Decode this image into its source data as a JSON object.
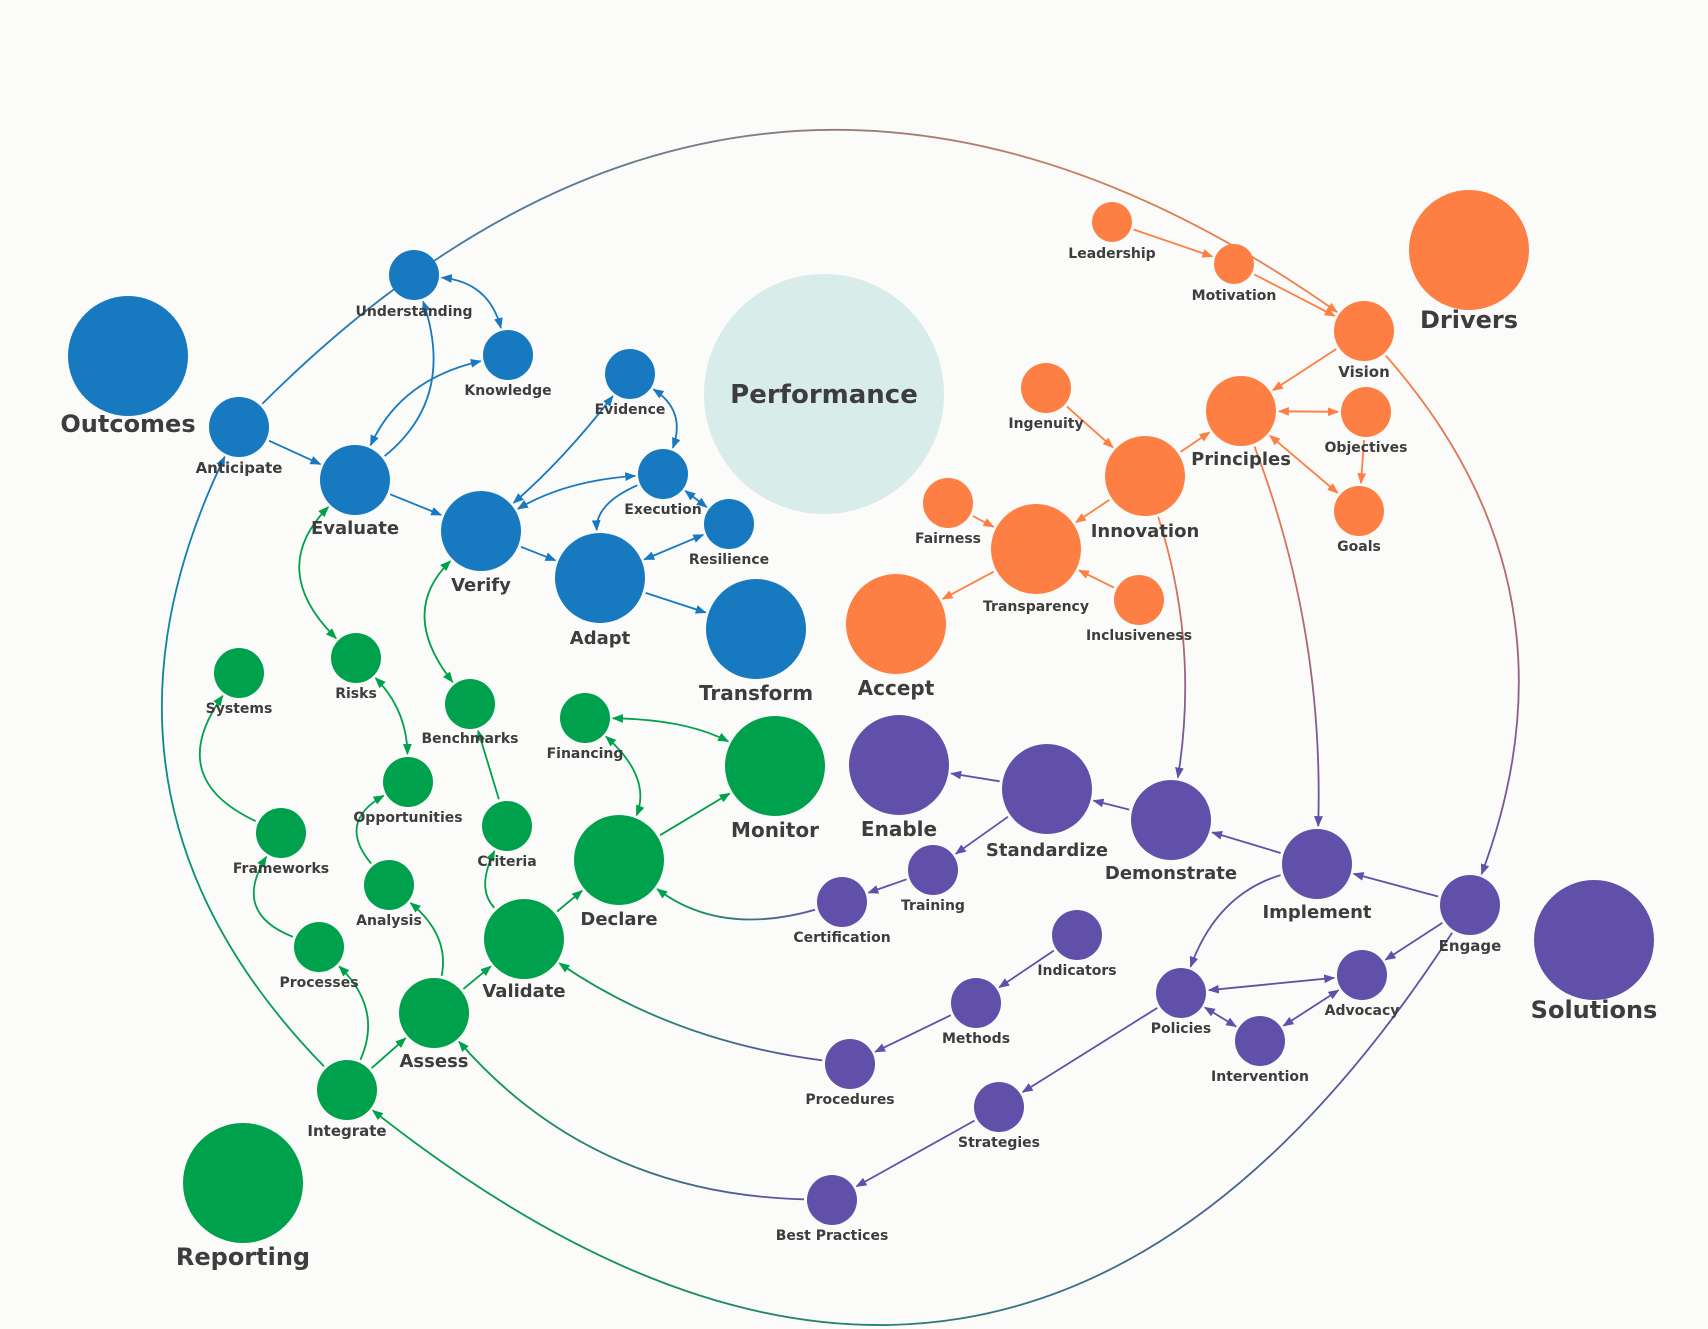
{
  "title": "Performance",
  "colors": {
    "blue": "#1779bf",
    "orange": "#fd7f44",
    "green": "#00a14c",
    "purple": "#6150a9",
    "center": "#d8ece9",
    "text": "#3d3d3d"
  },
  "groups": [
    {
      "id": "outcomes",
      "label": "Outcomes",
      "color": "blue"
    },
    {
      "id": "drivers",
      "label": "Drivers",
      "color": "orange"
    },
    {
      "id": "solutions",
      "label": "Solutions",
      "color": "purple"
    },
    {
      "id": "reporting",
      "label": "Reporting",
      "color": "green"
    }
  ],
  "nodes": [
    {
      "id": "understanding",
      "label": "Understanding",
      "color": "blue"
    },
    {
      "id": "knowledge",
      "label": "Knowledge",
      "color": "blue"
    },
    {
      "id": "anticipate",
      "label": "Anticipate",
      "color": "blue"
    },
    {
      "id": "evaluate",
      "label": "Evaluate",
      "color": "blue"
    },
    {
      "id": "evidence",
      "label": "Evidence",
      "color": "blue"
    },
    {
      "id": "execution",
      "label": "Execution",
      "color": "blue"
    },
    {
      "id": "resilience",
      "label": "Resilience",
      "color": "blue"
    },
    {
      "id": "verify",
      "label": "Verify",
      "color": "blue"
    },
    {
      "id": "adapt",
      "label": "Adapt",
      "color": "blue"
    },
    {
      "id": "transform",
      "label": "Transform",
      "color": "blue"
    },
    {
      "id": "leadership",
      "label": "Leadership",
      "color": "orange"
    },
    {
      "id": "motivation",
      "label": "Motivation",
      "color": "orange"
    },
    {
      "id": "vision",
      "label": "Vision",
      "color": "orange"
    },
    {
      "id": "principles",
      "label": "Principles",
      "color": "orange"
    },
    {
      "id": "objectives",
      "label": "Objectives",
      "color": "orange"
    },
    {
      "id": "goals",
      "label": "Goals",
      "color": "orange"
    },
    {
      "id": "ingenuity",
      "label": "Ingenuity",
      "color": "orange"
    },
    {
      "id": "innovation",
      "label": "Innovation",
      "color": "orange"
    },
    {
      "id": "fairness",
      "label": "Fairness",
      "color": "orange"
    },
    {
      "id": "transparency",
      "label": "Transparency",
      "color": "orange"
    },
    {
      "id": "inclusiveness",
      "label": "Inclusiveness",
      "color": "orange"
    },
    {
      "id": "accept",
      "label": "Accept",
      "color": "orange"
    },
    {
      "id": "systems",
      "label": "Systems",
      "color": "green"
    },
    {
      "id": "risks",
      "label": "Risks",
      "color": "green"
    },
    {
      "id": "benchmarks",
      "label": "Benchmarks",
      "color": "green"
    },
    {
      "id": "financing",
      "label": "Financing",
      "color": "green"
    },
    {
      "id": "monitor",
      "label": "Monitor",
      "color": "green"
    },
    {
      "id": "opportunities",
      "label": "Opportunities",
      "color": "green"
    },
    {
      "id": "frameworks",
      "label": "Frameworks",
      "color": "green"
    },
    {
      "id": "criteria",
      "label": "Criteria",
      "color": "green"
    },
    {
      "id": "declare",
      "label": "Declare",
      "color": "green"
    },
    {
      "id": "analysis",
      "label": "Analysis",
      "color": "green"
    },
    {
      "id": "processes",
      "label": "Processes",
      "color": "green"
    },
    {
      "id": "validate",
      "label": "Validate",
      "color": "green"
    },
    {
      "id": "assess",
      "label": "Assess",
      "color": "green"
    },
    {
      "id": "integrate",
      "label": "Integrate",
      "color": "green"
    },
    {
      "id": "enable",
      "label": "Enable",
      "color": "purple"
    },
    {
      "id": "standardize",
      "label": "Standardize",
      "color": "purple"
    },
    {
      "id": "demonstrate",
      "label": "Demonstrate",
      "color": "purple"
    },
    {
      "id": "implement",
      "label": "Implement",
      "color": "purple"
    },
    {
      "id": "engage",
      "label": "Engage",
      "color": "purple"
    },
    {
      "id": "training",
      "label": "Training",
      "color": "purple"
    },
    {
      "id": "certification",
      "label": "Certification",
      "color": "purple"
    },
    {
      "id": "indicators",
      "label": "Indicators",
      "color": "purple"
    },
    {
      "id": "methods",
      "label": "Methods",
      "color": "purple"
    },
    {
      "id": "procedures",
      "label": "Procedures",
      "color": "purple"
    },
    {
      "id": "policies",
      "label": "Policies",
      "color": "purple"
    },
    {
      "id": "advocacy",
      "label": "Advocacy",
      "color": "purple"
    },
    {
      "id": "intervention",
      "label": "Intervention",
      "color": "purple"
    },
    {
      "id": "strategies",
      "label": "Strategies",
      "color": "purple"
    },
    {
      "id": "best_practices",
      "label": "Best Practices",
      "color": "purple"
    }
  ],
  "edges": [
    {
      "from": "anticipate",
      "to": "evaluate",
      "color": "blue"
    },
    {
      "from": "anticipate",
      "to": "vision",
      "color": "gradient"
    },
    {
      "from": "evaluate",
      "to": "understanding",
      "color": "blue"
    },
    {
      "from": "understanding",
      "to": "knowledge",
      "color": "blue",
      "both": true
    },
    {
      "from": "knowledge",
      "to": "evaluate",
      "color": "blue",
      "both": true
    },
    {
      "from": "evaluate",
      "to": "verify",
      "color": "blue"
    },
    {
      "from": "verify",
      "to": "evidence",
      "color": "blue",
      "both": true
    },
    {
      "from": "evidence",
      "to": "execution",
      "color": "blue",
      "both": true
    },
    {
      "from": "execution",
      "to": "verify",
      "color": "blue",
      "both": true
    },
    {
      "from": "execution",
      "to": "resilience",
      "color": "blue",
      "both": true
    },
    {
      "from": "execution",
      "to": "adapt",
      "color": "blue"
    },
    {
      "from": "resilience",
      "to": "adapt",
      "color": "blue",
      "both": true
    },
    {
      "from": "verify",
      "to": "adapt",
      "color": "blue"
    },
    {
      "from": "adapt",
      "to": "transform",
      "color": "blue"
    },
    {
      "from": "evaluate",
      "to": "risks",
      "color": "green",
      "both": true
    },
    {
      "from": "verify",
      "to": "benchmarks",
      "color": "green",
      "both": true
    },
    {
      "from": "leadership",
      "to": "motivation",
      "color": "orange"
    },
    {
      "from": "motivation",
      "to": "vision",
      "color": "orange"
    },
    {
      "from": "vision",
      "to": "principles",
      "color": "orange"
    },
    {
      "from": "principles",
      "to": "objectives",
      "color": "orange",
      "both": true
    },
    {
      "from": "objectives",
      "to": "goals",
      "color": "orange"
    },
    {
      "from": "principles",
      "to": "goals",
      "color": "orange",
      "both": true
    },
    {
      "from": "ingenuity",
      "to": "innovation",
      "color": "orange"
    },
    {
      "from": "innovation",
      "to": "principles",
      "color": "orange"
    },
    {
      "from": "innovation",
      "to": "transparency",
      "color": "orange"
    },
    {
      "from": "fairness",
      "to": "transparency",
      "color": "orange"
    },
    {
      "from": "inclusiveness",
      "to": "transparency",
      "color": "orange"
    },
    {
      "from": "transparency",
      "to": "accept",
      "color": "orange"
    },
    {
      "from": "vision",
      "to": "engage",
      "color": "gradient"
    },
    {
      "from": "principles",
      "to": "implement",
      "color": "gradient"
    },
    {
      "from": "innovation",
      "to": "demonstrate",
      "color": "gradient"
    },
    {
      "from": "engage",
      "to": "implement",
      "color": "purple"
    },
    {
      "from": "implement",
      "to": "demonstrate",
      "color": "purple"
    },
    {
      "from": "demonstrate",
      "to": "standardize",
      "color": "purple"
    },
    {
      "from": "standardize",
      "to": "enable",
      "color": "purple"
    },
    {
      "from": "standardize",
      "to": "training",
      "color": "purple"
    },
    {
      "from": "training",
      "to": "certification",
      "color": "purple"
    },
    {
      "from": "certification",
      "to": "declare",
      "color": "gradient"
    },
    {
      "from": "indicators",
      "to": "methods",
      "color": "purple"
    },
    {
      "from": "methods",
      "to": "procedures",
      "color": "purple"
    },
    {
      "from": "procedures",
      "to": "validate",
      "color": "gradient"
    },
    {
      "from": "implement",
      "to": "policies",
      "color": "purple"
    },
    {
      "from": "engage",
      "to": "advocacy",
      "color": "purple"
    },
    {
      "from": "advocacy",
      "to": "policies",
      "color": "purple",
      "both": true
    },
    {
      "from": "policies",
      "to": "intervention",
      "color": "purple",
      "both": true
    },
    {
      "from": "intervention",
      "to": "advocacy",
      "color": "purple",
      "both": true
    },
    {
      "from": "policies",
      "to": "strategies",
      "color": "purple"
    },
    {
      "from": "strategies",
      "to": "best_practices",
      "color": "purple"
    },
    {
      "from": "best_practices",
      "to": "assess",
      "color": "gradient"
    },
    {
      "from": "engage",
      "to": "integrate",
      "color": "gradient"
    },
    {
      "from": "integrate",
      "to": "anticipate",
      "color": "gradient"
    },
    {
      "from": "integrate",
      "to": "assess",
      "color": "green"
    },
    {
      "from": "integrate",
      "to": "processes",
      "color": "green"
    },
    {
      "from": "processes",
      "to": "frameworks",
      "color": "green"
    },
    {
      "from": "frameworks",
      "to": "systems",
      "color": "green"
    },
    {
      "from": "assess",
      "to": "validate",
      "color": "green"
    },
    {
      "from": "assess",
      "to": "analysis",
      "color": "green"
    },
    {
      "from": "analysis",
      "to": "opportunities",
      "color": "green"
    },
    {
      "from": "risks",
      "to": "opportunities",
      "color": "green",
      "both": true
    },
    {
      "from": "validate",
      "to": "declare",
      "color": "green"
    },
    {
      "from": "validate",
      "to": "criteria",
      "color": "green"
    },
    {
      "from": "criteria",
      "to": "benchmarks",
      "color": "green"
    },
    {
      "from": "declare",
      "to": "monitor",
      "color": "green"
    },
    {
      "from": "monitor",
      "to": "financing",
      "color": "green",
      "both": true
    },
    {
      "from": "financing",
      "to": "declare",
      "color": "green",
      "both": true
    }
  ]
}
